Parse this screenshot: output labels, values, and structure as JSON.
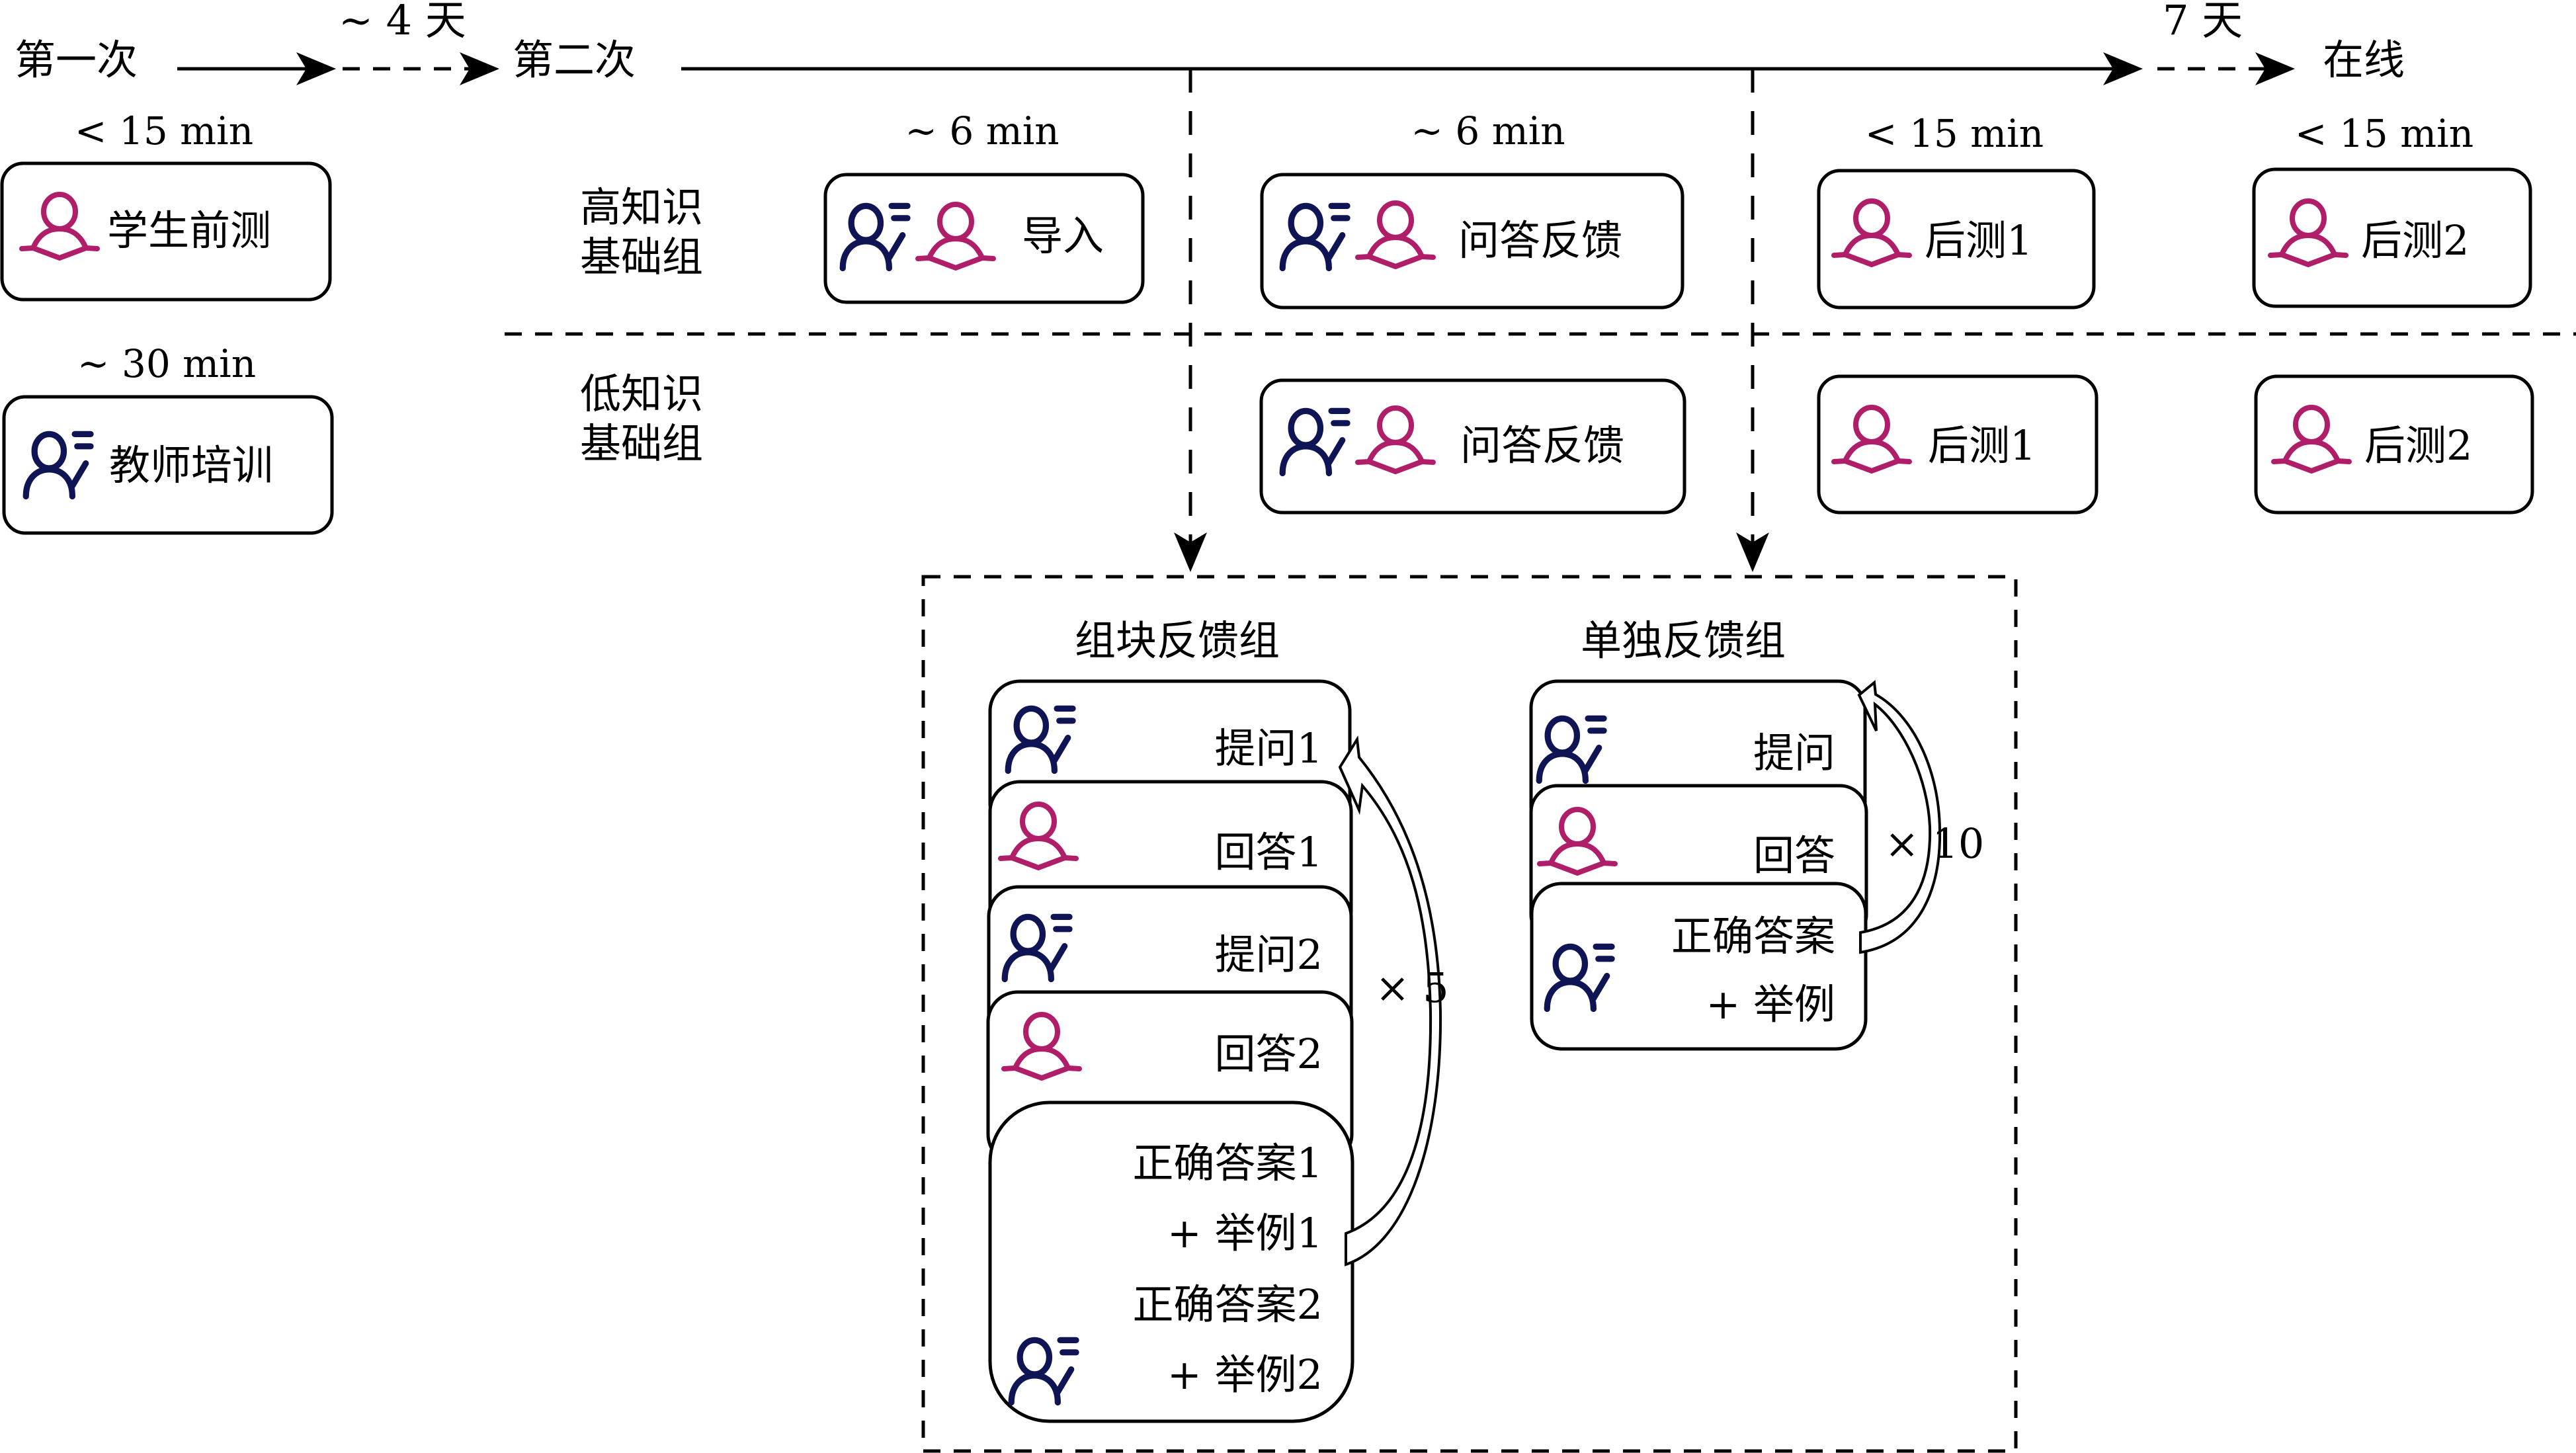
{
  "colors": {
    "student": "#B01E6A",
    "teacher": "#0F1455",
    "line": "#000000"
  },
  "timeline": {
    "session1_label": "第一次",
    "gap1_label": "~ 4 天",
    "session2_label": "第二次",
    "gap2_label": "7 天",
    "online_label": "在线"
  },
  "session1": {
    "pretest": {
      "duration": "< 15 min",
      "label": "学生前测",
      "icon": "student-icon"
    },
    "training": {
      "duration": "~ 30 min",
      "label": "教师培训",
      "icon": "teacher-icon"
    }
  },
  "groups": {
    "high": {
      "line1": "高知识",
      "line2": "基础组"
    },
    "low": {
      "line1": "低知识",
      "line2": "基础组"
    }
  },
  "columns": {
    "intro": {
      "duration": "~ 6 min",
      "label": "导入",
      "icons": [
        "teacher-icon",
        "student-icon"
      ]
    },
    "qa": {
      "duration": "~ 6 min",
      "label": "问答反馈",
      "icons": [
        "teacher-icon",
        "student-icon"
      ]
    },
    "posttest1": {
      "duration": "< 15 min",
      "label": "后测1",
      "icon": "student-icon"
    },
    "posttest2": {
      "duration": "< 15 min",
      "label": "后测2",
      "icon": "student-icon"
    }
  },
  "feedback": {
    "block": {
      "title": "组块反馈组",
      "repeat": "× 5",
      "steps": [
        {
          "label": "提问1",
          "icon": "teacher-icon"
        },
        {
          "label": "回答1",
          "icon": "student-icon"
        },
        {
          "label": "提问2",
          "icon": "teacher-icon"
        },
        {
          "label": "回答2",
          "icon": "student-icon"
        }
      ],
      "final": {
        "lines": [
          "正确答案1",
          "+ 举例1",
          "正确答案2",
          "+ 举例2"
        ],
        "icon": "teacher-icon"
      }
    },
    "single": {
      "title": "单独反馈组",
      "repeat": "× 10",
      "steps": [
        {
          "label": "提问",
          "icon": "teacher-icon"
        },
        {
          "label": "回答",
          "icon": "student-icon"
        }
      ],
      "final": {
        "lines": [
          "正确答案",
          "+ 举例"
        ],
        "icon": "teacher-icon"
      }
    }
  }
}
